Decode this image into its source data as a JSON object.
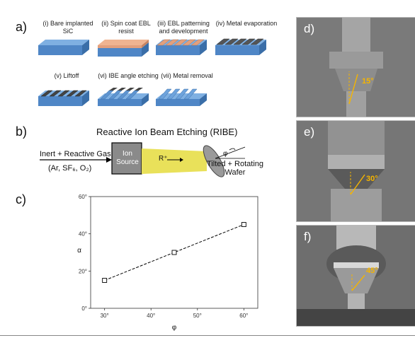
{
  "panels": {
    "a": "a)",
    "b": "b)",
    "c": "c)",
    "d": "d)",
    "e": "e)",
    "f": "f)"
  },
  "steps": [
    {
      "line1": "(i) Bare implanted",
      "line2": "SiC"
    },
    {
      "line1": "(ii) Spin coat EBL",
      "line2": "resist"
    },
    {
      "line1": "(iii) EBL patterning",
      "line2": "and development"
    },
    {
      "line1": "(iv) Metal evaporation",
      "line2": ""
    },
    {
      "line1": "(v) Liftoff",
      "line2": ""
    },
    {
      "line1": "(vi) IBE angle etching",
      "line2": ""
    },
    {
      "line1": "(vii) Metal removal",
      "line2": ""
    }
  ],
  "ribe": {
    "title": "Reactive Ion Beam Etching (RIBE)",
    "gas": "Inert + Reactive Gas",
    "gas_detail": "(Ar, SF₆, O₂)",
    "source_line1": "Ion",
    "source_line2": "Source",
    "beam": "R⁺",
    "phi": "φ",
    "wafer_line1": "Tilted + Rotating",
    "wafer_line2": "Wafer"
  },
  "chart_data": {
    "type": "line",
    "xlabel": "φ",
    "ylabel": "α",
    "xlim": [
      27,
      63
    ],
    "ylim": [
      0,
      60
    ],
    "xticks": [
      "30°",
      "40°",
      "50°",
      "60°"
    ],
    "xtick_values": [
      30,
      40,
      50,
      60
    ],
    "yticks": [
      "0°",
      "20°",
      "40°",
      "60°"
    ],
    "ytick_values": [
      0,
      20,
      40,
      60
    ],
    "series": [
      {
        "x": [
          30,
          45,
          60
        ],
        "y": [
          15,
          30,
          45
        ],
        "marker": "square",
        "line": "dashed",
        "color": "#000000"
      }
    ],
    "grid": false
  },
  "sem_angles": {
    "d": "15°",
    "e": "30°",
    "f": "45°"
  },
  "colors": {
    "sic": "#4f86c6",
    "resist": "#e3a07d",
    "metal": "#555555",
    "source": "#8a8a8a",
    "beam": "#e9e15a",
    "annotation": "#f5b400"
  }
}
